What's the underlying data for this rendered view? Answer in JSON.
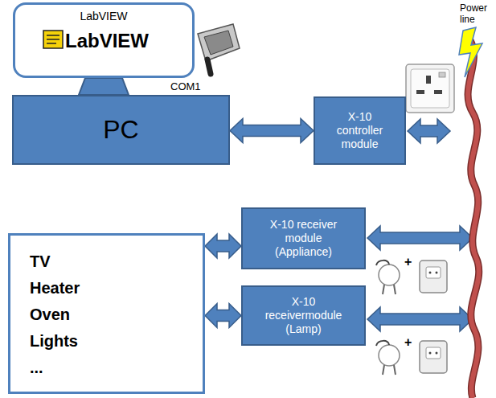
{
  "diagram": {
    "nodes": [
      {
        "text": [
          "LabVIEW",
          "LabVIEW"
        ]
      },
      {
        "text": [
          "PC"
        ]
      },
      {
        "text": [
          "X-10 controller module"
        ]
      },
      {
        "text": [
          "TV Heater Oven Lights ..."
        ]
      },
      {
        "text": [
          "X-10 receiver module (Appliance)"
        ]
      },
      {
        "text": [
          "X-10 receivermodule (Lamp)"
        ]
      }
    ],
    "edges": [
      {
        "from": 1,
        "to": 2,
        "arrow": "both"
      },
      {
        "from": 3,
        "to": 4,
        "arrow": "both"
      },
      {
        "from": 3,
        "to": 5,
        "arrow": "both"
      }
    ],
    "labels": [
      "COM1",
      "Power line",
      "+",
      "+"
    ]
  }
}
